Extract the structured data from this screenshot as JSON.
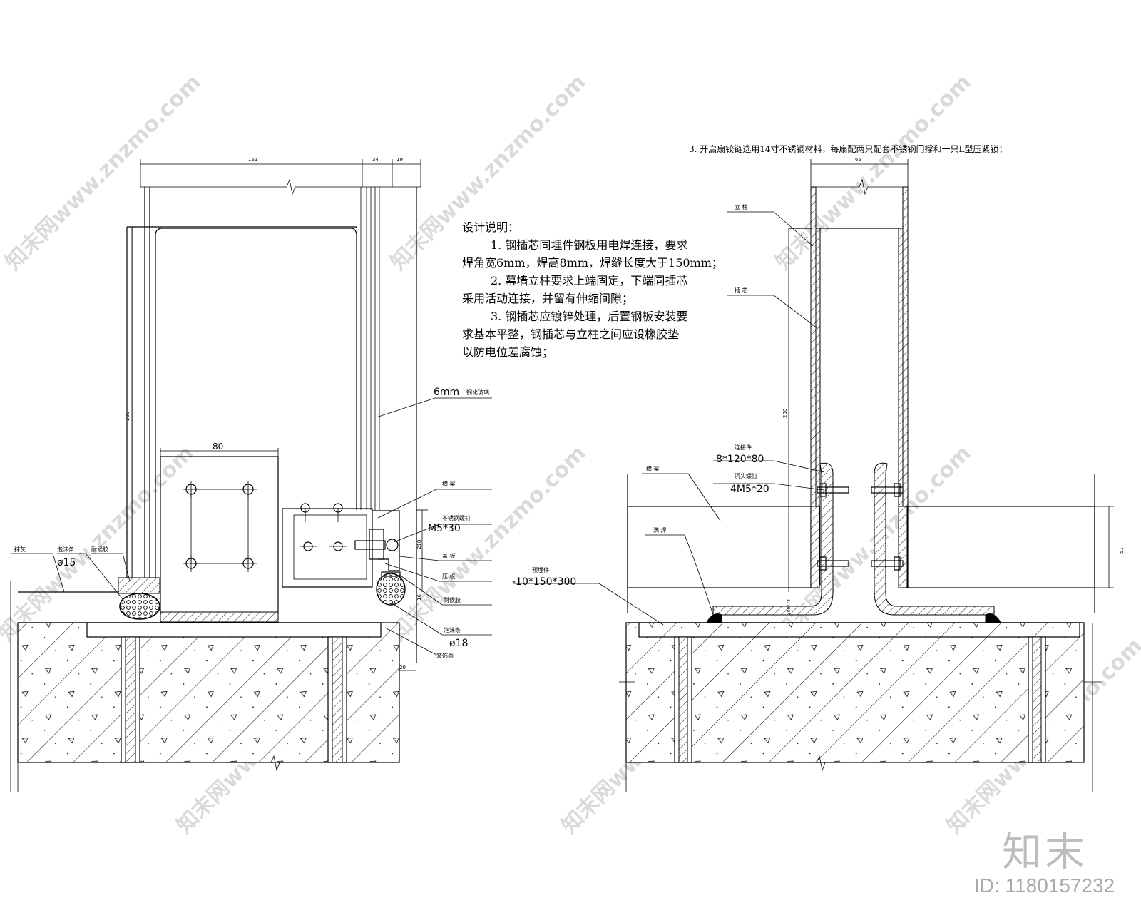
{
  "design_notes": {
    "title": "设计说明：",
    "lines": [
      "1. 钢插芯同埋件钢板用电焊连接，要求",
      "焊角宽6mm，焊高8mm，焊缝长度大于150mm；",
      "2. 幕墙立柱要求上端固定，下端同插芯",
      "采用活动连接，并留有伸缩间隙；",
      "3. 钢插芯应镀锌处理，后置钢板安装要",
      "求基本平整，钢插芯与立柱之间应设橡胶垫",
      "以防电位差腐蚀；"
    ]
  },
  "top_note": "3. 开启扇铰链选用14寸不锈钢材料，每扇配两只配套不锈钢门撑和一只L型压紧锁；",
  "left_detail": {
    "dim_top_1": "151",
    "dim_top_2": "34",
    "dim_top_3": "19",
    "dim_height": "200",
    "dim_80": "80",
    "glass_label": "6mm",
    "glass_label_cn": "钢化玻璃",
    "label_beam": "横 梁",
    "label_screw": "不锈钢螺钉",
    "label_screw_size": "M5*30",
    "label_cover": "盖 板",
    "label_press": "压 板",
    "label_sealant_right": "耐候胶",
    "label_foam_right": "泡沫条",
    "label_foam_right_size": "ø18",
    "label_finish": "装饰面",
    "label_floor": "抹灰",
    "label_foam_left": "泡沫条",
    "label_foam_left_size": "ø15",
    "label_sealant_left": "耐候胶",
    "dim_small_1": "16",
    "dim_small_2": "20",
    "dim_vert_right": "218"
  },
  "right_detail": {
    "dim_top": "65",
    "label_column": "立 柱",
    "label_core": "插 芯",
    "dim_height": "200",
    "label_connector": "连接件",
    "label_connector_size": "8*120*80",
    "label_bolt": "沉头螺钉",
    "label_bolt_size": "4M5*20",
    "label_beam": "横 梁",
    "label_weld": "满 焊",
    "label_embed": "预埋件",
    "label_embed_size": "-10*150*300",
    "dim_right": "51",
    "dim_vert_small": "300*74"
  },
  "watermark": {
    "text": "知末网www.znzmo.com"
  },
  "brand": {
    "mark": "知末",
    "id_text": "ID: 1180157232"
  }
}
